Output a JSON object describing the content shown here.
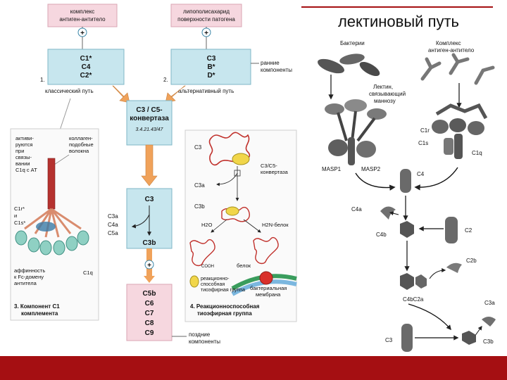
{
  "left": {
    "antigen_box": [
      "комплекс",
      "антиген-антитело"
    ],
    "lps_box": [
      "липополисахарид",
      "поверхности патогена"
    ],
    "classic_box": [
      "C1*",
      "C4",
      "C2*"
    ],
    "classic_num": "1.",
    "classic_label": "классический путь",
    "alt_box": [
      "C3",
      "B*",
      "D*"
    ],
    "alt_num": "2.",
    "alt_label": "альтернативный путь",
    "early_label": [
      "ранние",
      "компоненты"
    ],
    "convertase_box": [
      "C3 / C5-",
      "конвертаза",
      "3.4.21.43/47"
    ],
    "c3_box": [
      "C3",
      "C3b"
    ],
    "c3_side": [
      "C3a",
      "C4a",
      "C5a"
    ],
    "late_box": [
      "C5b",
      "C6",
      "C7",
      "C8",
      "C9"
    ],
    "late_label": [
      "поздние",
      "компоненты"
    ],
    "plus": "+",
    "panel3": {
      "activated": [
        "активи-",
        "руются",
        "при",
        "связы-",
        "вании",
        "C1q с АТ"
      ],
      "collagen": [
        "коллаген-",
        "подобные",
        "волокна"
      ],
      "c1r": "C1r*",
      "and": "и",
      "c1s": "C1s*",
      "affinity": [
        "аффинность",
        "к Fc-домену",
        "антитела"
      ],
      "c1q": "C1q",
      "caption": [
        "3. Компонент C1",
        "комплемента"
      ]
    },
    "panel4": {
      "c3": "C3",
      "convertase": [
        "C3/C5-",
        "конвертаза"
      ],
      "c3a": "C3a",
      "c3b": "C3b",
      "h2o": "H2O",
      "h2n": "H2N-белок",
      "protein": "белок",
      "coon": "COOH",
      "reactive": [
        "реакционно-",
        "способная",
        "тиоэфирная группа"
      ],
      "membrane": [
        "бактериальная",
        "мембрана"
      ],
      "caption": [
        "4. Реакционноспособная",
        "тиоэфирная группа"
      ]
    }
  },
  "right": {
    "title": "лектиновый путь",
    "bacteria": "Бактерии",
    "complex": [
      "Комплекс",
      "антиген-антитело"
    ],
    "lectin": [
      "Лектин,",
      "связывающий",
      "маннозу"
    ],
    "c1r": "C1r",
    "c1s": "C1s",
    "c1q": "C1q",
    "masp1": "MASP1",
    "masp2": "MASP2",
    "c4": "C4",
    "c4a": "C4a",
    "c4b": "C4b",
    "c2": "C2",
    "c2b": "C2b",
    "c4bc2a": "C4bC2a",
    "c3a": "C3a",
    "c3": "C3",
    "c3b": "C3b"
  },
  "colors": {
    "box": "#c7e6ee",
    "pink": "#f6d7df",
    "orange": "#f0a25a",
    "red_bar": "#a50f12",
    "teal": "#4fb7a8",
    "yellow": "#f1d64a"
  }
}
